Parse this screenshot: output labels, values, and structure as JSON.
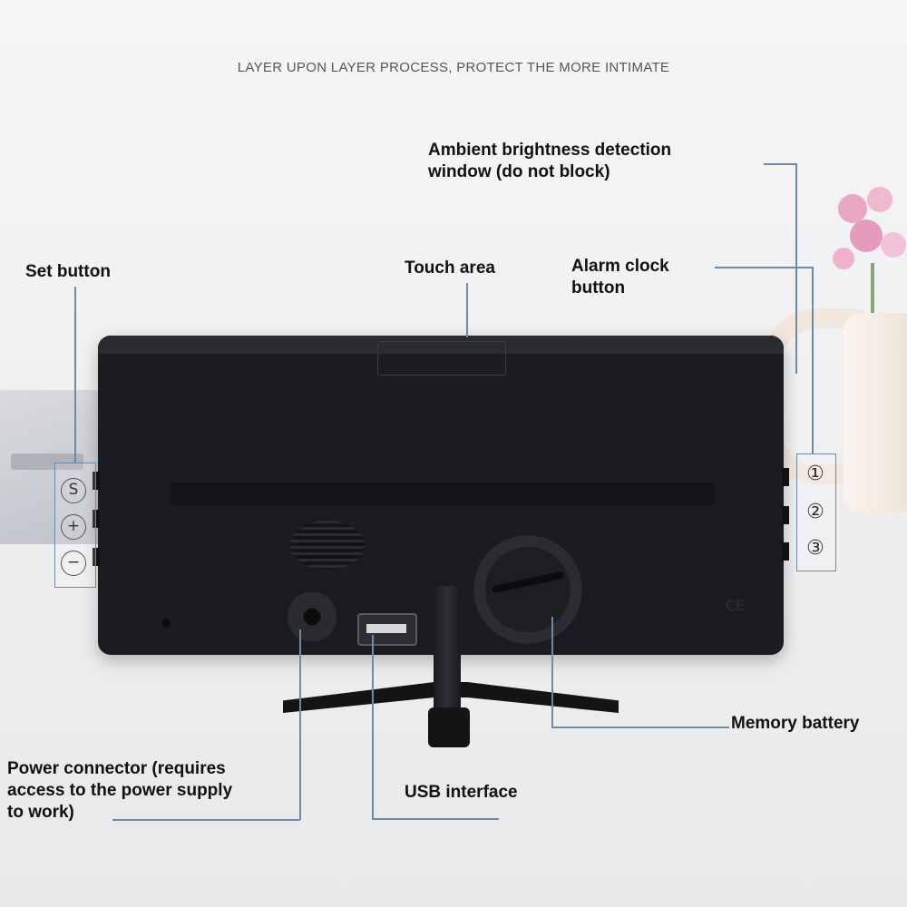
{
  "tagline": "LAYER UPON LAYER PROCESS, PROTECT THE MORE INTIMATE",
  "labels": {
    "ambient": "Ambient brightness detection\nwindow (do not block)",
    "set_button": "Set button",
    "touch_area": "Touch area",
    "alarm_button": "Alarm clock\nbutton",
    "memory_battery": "Memory battery",
    "power_connector": "Power connector (requires\naccess to the power supply\n to work)",
    "usb_interface": "USB interface"
  },
  "left_buttons": [
    "S",
    "+",
    "−"
  ],
  "right_buttons": [
    "①",
    "②",
    "③"
  ],
  "device_marks": {
    "ce": "CE"
  },
  "colors": {
    "leader": "#6d8aa8",
    "device": "#1b1c1f",
    "background": "#f3f3f4"
  }
}
